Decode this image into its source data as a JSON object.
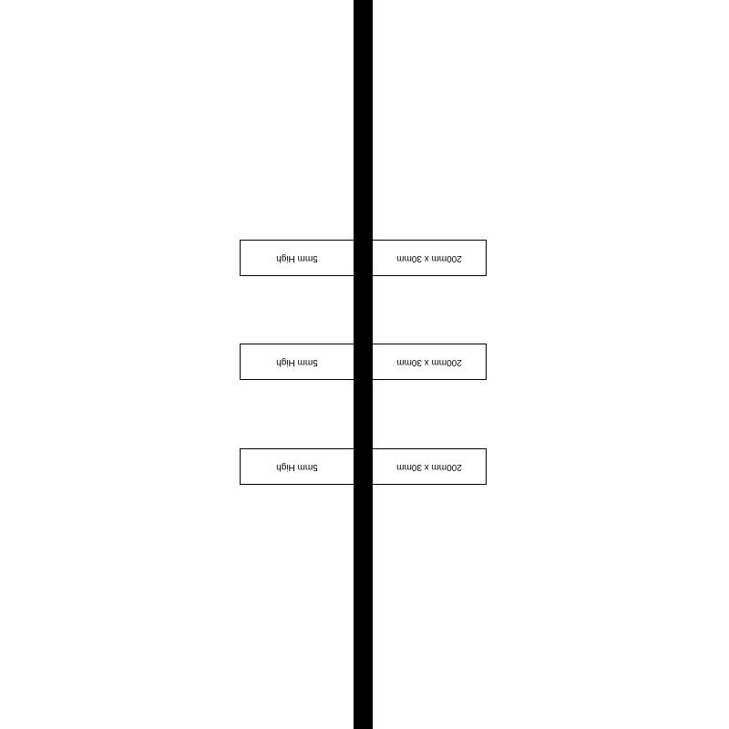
{
  "plates": [
    {
      "size_label": "200mm x 30mm",
      "height_label": "5mm High"
    },
    {
      "size_label": "200mm x 30mm",
      "height_label": "5mm High"
    },
    {
      "size_label": "200mm x 30mm",
      "height_label": "5mm High"
    }
  ],
  "colors": {
    "bar": "#000000",
    "plate_border": "#000000",
    "background": "#ffffff"
  }
}
